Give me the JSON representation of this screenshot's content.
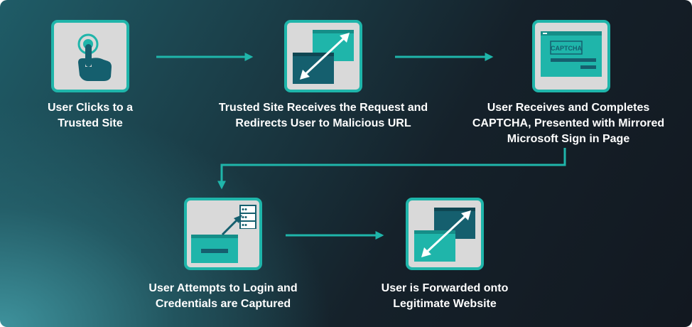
{
  "steps": [
    {
      "id": "click",
      "label_lines": [
        "User Clicks to a",
        "Trusted Site"
      ]
    },
    {
      "id": "redirect",
      "label_lines": [
        "Trusted Site Receives the Request and",
        "Redirects User to Malicious URL"
      ]
    },
    {
      "id": "captcha",
      "label_lines": [
        "User Receives and Completes",
        "CAPTCHA, Presented with Mirrored",
        "Microsoft Sign in Page"
      ]
    },
    {
      "id": "capture",
      "label_lines": [
        "User Attempts to Login and",
        "Credentials are Captured"
      ]
    },
    {
      "id": "forward",
      "label_lines": [
        "User is Forwarded onto",
        "Legitimate Website"
      ]
    }
  ],
  "captcha_icon_text": "CAPTCHA",
  "colors": {
    "accent": "#1fb5aa",
    "dark_teal": "#155f6e",
    "node_bg": "#d9d9d9",
    "text": "#ffffff"
  }
}
